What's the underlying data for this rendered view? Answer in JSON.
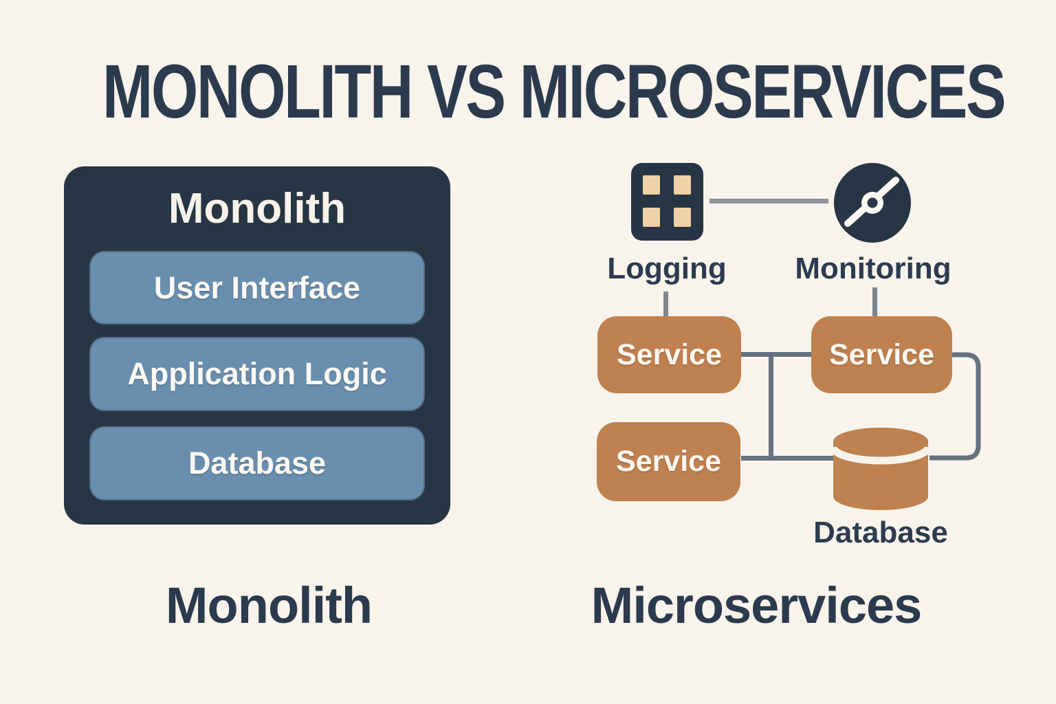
{
  "title": "MONOLITH VS MICROSERVICES",
  "monolith": {
    "header": "Monolith",
    "layers": [
      "User Interface",
      "Application Logic",
      "Database"
    ],
    "caption": "Monolith"
  },
  "microservices": {
    "logging_label": "Logging",
    "monitoring_label": "Monitoring",
    "services": [
      "Service",
      "Service",
      "Service"
    ],
    "database_label": "Database",
    "caption": "Microservices",
    "icons": [
      "logging-grid-icon",
      "monitoring-gauge-icon",
      "database-cylinder-icon"
    ]
  },
  "colors": {
    "background": "#f8f4ec",
    "navy": "#273544",
    "steel_blue": "#6a8fae",
    "orange": "#bf8150",
    "tan": "#f0d2a8",
    "text_navy": "#2b3a4d",
    "line_slate": "#66727f",
    "line_gray": "#8e9298",
    "stub_gray": "#7e868e",
    "white": "#fbf9f4"
  }
}
